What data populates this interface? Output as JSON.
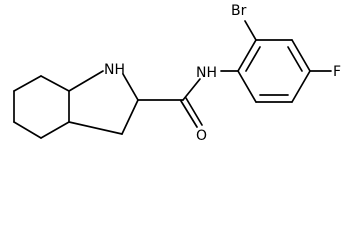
{
  "molecule": {
    "atoms": {
      "NH_ring": "NH",
      "NH_amide": "NH",
      "O": "O",
      "Br": "Br",
      "F": "F"
    }
  },
  "colors": {
    "bond": "#000000",
    "background": "#ffffff"
  }
}
